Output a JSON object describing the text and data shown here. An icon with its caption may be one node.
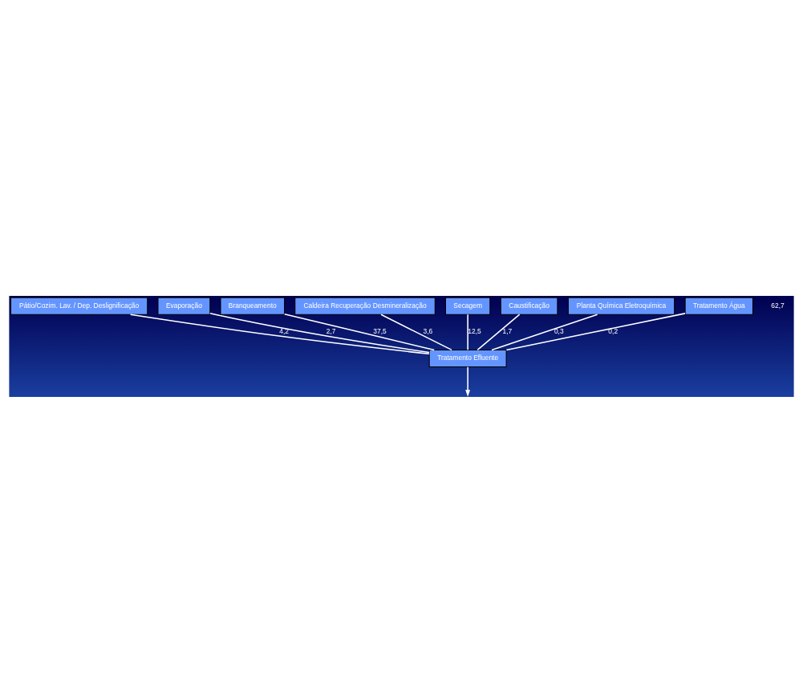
{
  "diagram": {
    "nodes": [
      {
        "text": [
          "Pátio/Cozim. Lav. / Dep. Deslignificação"
        ]
      },
      {
        "text": [
          "Evaporação"
        ]
      },
      {
        "text": [
          "Branqueamento"
        ]
      },
      {
        "text": [
          "Caldeira Recuperação Desmineralização"
        ]
      },
      {
        "text": [
          "Secagem"
        ]
      },
      {
        "text": [
          "Caustificação"
        ]
      },
      {
        "text": [
          "Planta Química Eletroquímica"
        ]
      },
      {
        "text": [
          "Tratamento Água"
        ]
      },
      {
        "text": [
          "Tratamento Efluente"
        ]
      }
    ],
    "edges": [
      {
        "from": 0,
        "to": 8,
        "arrow": "none",
        "label": "4,2"
      },
      {
        "from": 1,
        "to": 8,
        "arrow": "none",
        "label": "2,7"
      },
      {
        "from": 2,
        "to": 8,
        "arrow": "none",
        "label": "37,5"
      },
      {
        "from": 3,
        "to": 8,
        "arrow": "none",
        "label": "3,6"
      },
      {
        "from": 4,
        "to": 8,
        "arrow": "none",
        "label": "12,5"
      },
      {
        "from": 5,
        "to": 8,
        "arrow": "none",
        "label": "1,7"
      },
      {
        "from": 6,
        "to": 8,
        "arrow": "none",
        "label": "0,3"
      },
      {
        "from": 7,
        "to": 8,
        "arrow": "none",
        "label": "0,2"
      },
      {
        "from": 8,
        "to": null,
        "arrow": "to"
      }
    ],
    "labels": [
      "62,7"
    ]
  }
}
